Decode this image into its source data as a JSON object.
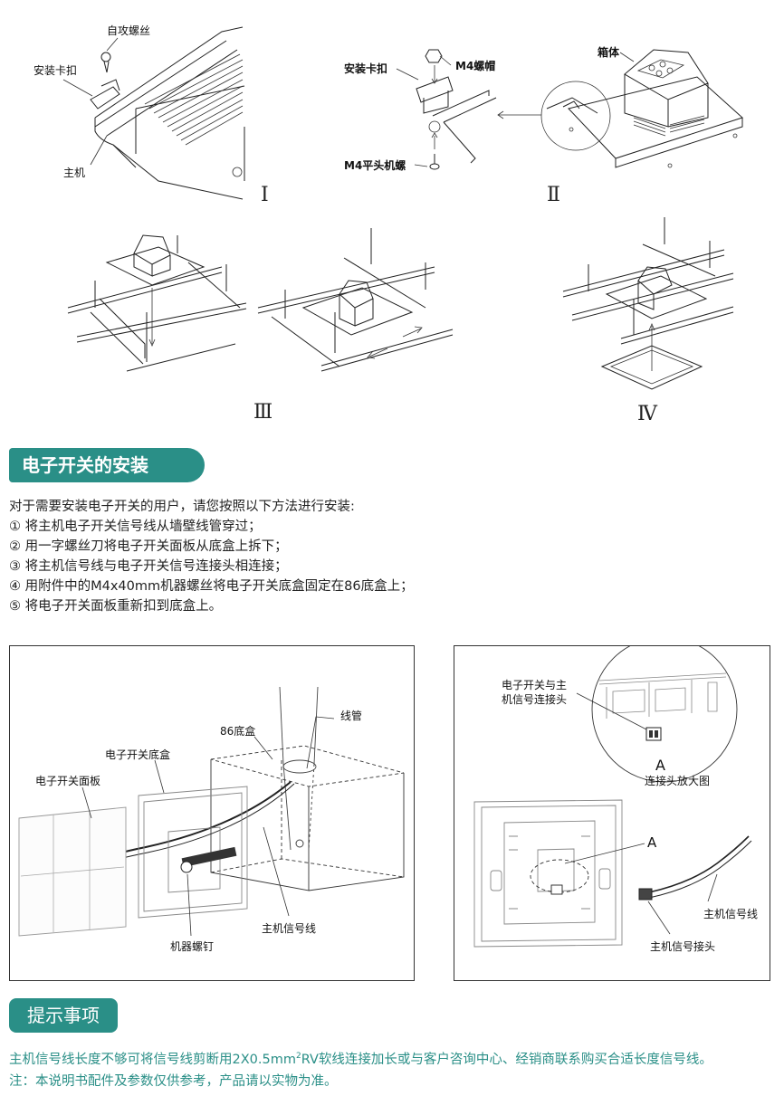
{
  "diagram": {
    "step1": {
      "label_screw": "自攻螺丝",
      "label_clip": "安装卡扣",
      "label_host": "主机",
      "numeral": "Ⅰ"
    },
    "step2": {
      "label_box": "箱体",
      "label_clip": "安装卡扣",
      "label_nut": "M4螺帽",
      "label_bolt": "M4平头机螺",
      "numeral": "Ⅱ"
    },
    "step3": {
      "numeral": "Ⅲ"
    },
    "step4": {
      "numeral": "Ⅳ"
    }
  },
  "switch_section": {
    "title": "电子开关的安装",
    "intro": "对于需要安装电子开关的用户，请您按照以下方法进行安装:",
    "steps": [
      "① 将主机电子开关信号线从墙壁线管穿过；",
      "② 用一字螺丝刀将电子开关面板从底盒上拆下；",
      "③ 将主机信号线与电子开关信号连接头相连接；",
      "④ 用附件中的M4x40mm机器螺丝将电子开关底盒固定在86底盒上；",
      "⑤ 将电子开关面板重新扣到底盒上。"
    ]
  },
  "figure_left": {
    "conduit": "线管",
    "box86": "86底盒",
    "switch_base": "电子开关底盒",
    "switch_panel": "电子开关面板",
    "signal_wire": "主机信号线",
    "machine_screw": "机器螺钉"
  },
  "figure_right": {
    "connector_line1": "电子开关与主",
    "connector_line2": "机信号连接头",
    "letter_a": "A",
    "zoom_caption": "连接头放大图",
    "letter_a_2": "A",
    "signal_wire": "主机信号线",
    "signal_connector": "主机信号接头"
  },
  "tips_section": {
    "title": "提示事项",
    "tip1_part1": "主机信号线长度不够可将信号线剪断用2X0.5mm",
    "tip1_sup": "2",
    "tip1_part2": "RV软线连接加长或与客户咨询中心、经销商联系购买合适长度信号线。",
    "note": "注：本说明书配件及参数仅供参考，产品请以实物为准。"
  }
}
